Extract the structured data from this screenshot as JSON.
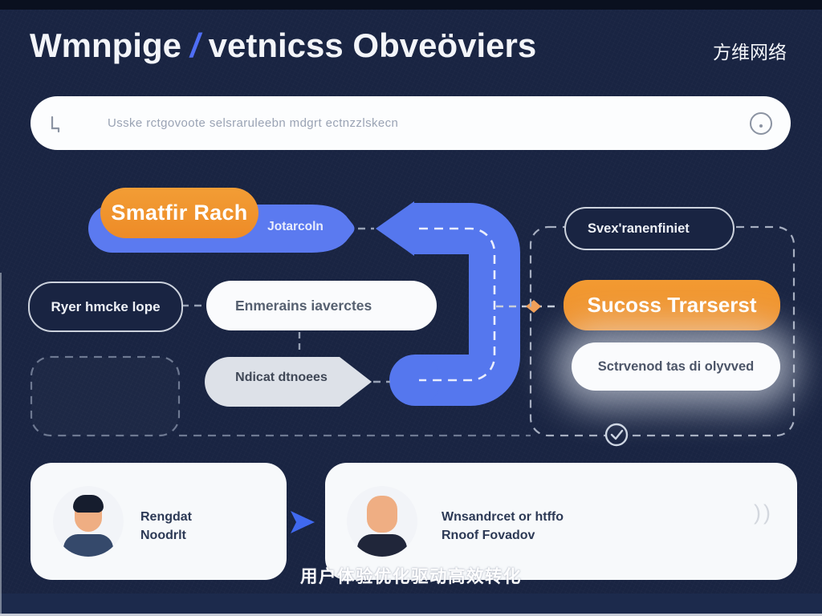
{
  "header": {
    "title_left": "Wmnpige",
    "title_slash": "/",
    "title_right": "vetnicss Obveöviers",
    "brand": "方维网络"
  },
  "search": {
    "placeholder": "Usske rctgovoote selsraruleebn mdgrt ectnzzlskecn"
  },
  "flow": {
    "smart_pill": "Smatfir Rach",
    "blue_pill_label": "Jotarcoln",
    "system_pill": "Svex'ranenfiniet",
    "ryer_pill": "Ryer hmcke lope",
    "white_pill": "Enmerains iaverctes",
    "chevron_label": "Ndicat dtnoees",
    "success_box": "Sucoss Trarserst",
    "delivered_box": "Sctrvenod tas di olyvved"
  },
  "cards": {
    "left": {
      "line1": "Rengdat",
      "line2": "Noodrlt"
    },
    "right": {
      "line1": "Wnsandrcet or htffo",
      "line2": "Rnoof Fovadov",
      "chevrons": "))"
    }
  },
  "caption": "用户体验优化驱动高效转化",
  "colors": {
    "background": "#192442",
    "accent_blue": "#5577ee",
    "accent_orange": "#f0932f",
    "card_white": "#f7f9fb"
  }
}
